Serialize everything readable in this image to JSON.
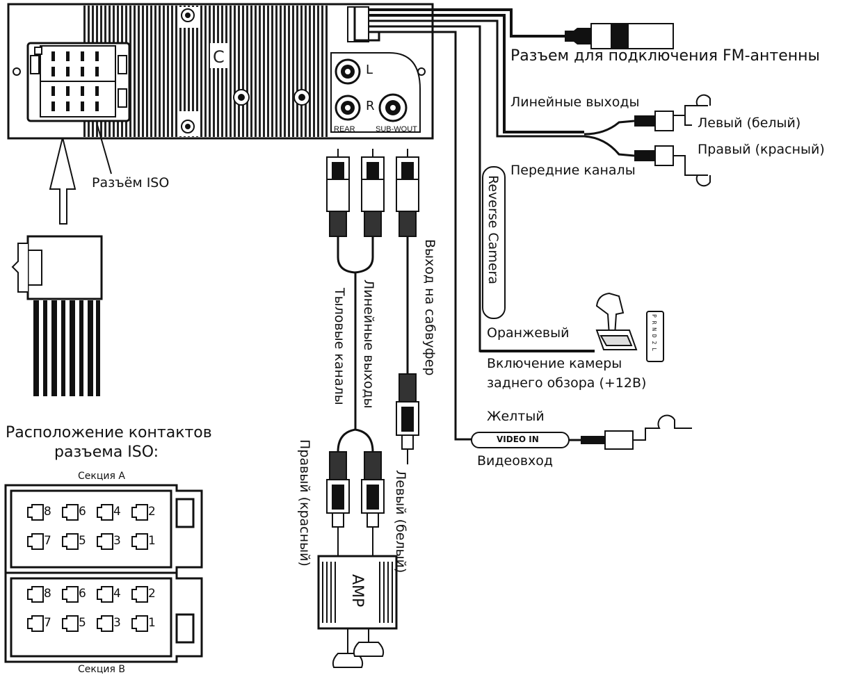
{
  "head_unit": {
    "rca_left": "L",
    "rca_right": "R",
    "rear_label": "REAR",
    "sub_label": "SUB-WOUT"
  },
  "labels": {
    "fm_antenna": "Разъем для подключения FM-антенны",
    "line_outputs": "Линейные выходы",
    "left_white": "Левый (белый)",
    "right_red": "Правый (красный)",
    "front_channels": "Передние каналы",
    "iso_connector": "Разъём ISO",
    "reverse_camera": "Reverse Camera",
    "orange": "Оранжевый",
    "camera_enable_1": "Включение камеры",
    "camera_enable_2": "заднего обзора (+12В)",
    "yellow": "Желтый",
    "video_in": "VIDEO IN",
    "video_input": "Видеовход",
    "subwoofer_out": "Выход на сабвуфер",
    "rear_channels": "Тыловые каналы",
    "rear_line_outputs": "Линейные выходы",
    "amp_right_red": "Правый (красный)",
    "amp_left_white": "Левый (белый)",
    "amp": "AMP",
    "iso_layout_1": "Расположение контактов",
    "iso_layout_2": "разъема ISO:",
    "section_a": "Секция A",
    "section_b": "Секция B",
    "gear_letters": "P R N D 2 L"
  },
  "iso_pins": {
    "section_a_top": [
      "8",
      "6",
      "4",
      "2"
    ],
    "section_a_bottom": [
      "7",
      "5",
      "3",
      "1"
    ],
    "section_b_top": [
      "8",
      "6",
      "4",
      "2"
    ],
    "section_b_bottom": [
      "7",
      "5",
      "3",
      "1"
    ]
  }
}
